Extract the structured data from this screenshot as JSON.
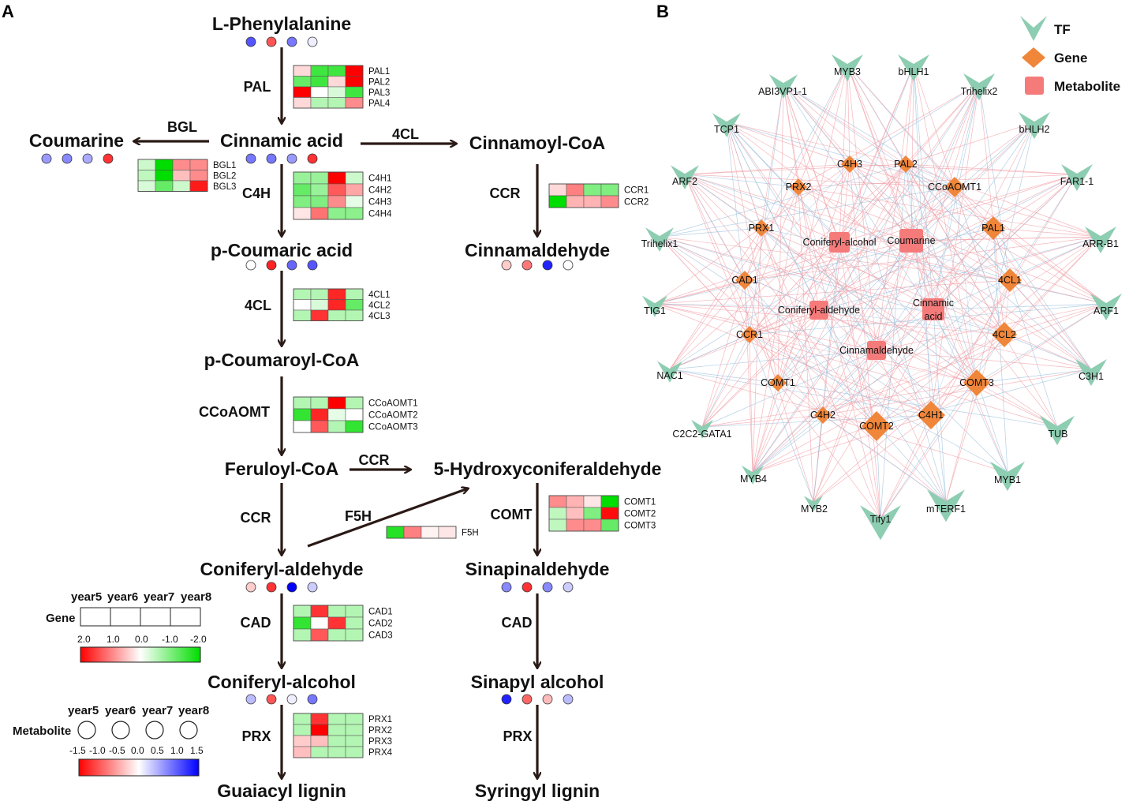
{
  "panels": {
    "a": "A",
    "b": "B"
  },
  "colors": {
    "arrow": "#2a1a16",
    "gene_high": "#ff0000",
    "gene_mid": "#ffffff",
    "gene_low": "#00dd00",
    "met_low": "#ff0000",
    "met_mid": "#ffffff",
    "met_high": "#0000ff",
    "tf": "#8dcdb1",
    "gene_node": "#f0863a",
    "metabolite_node": "#f57b7b",
    "edge_red": "#f0a0a8",
    "edge_blue": "#9cc0dc"
  },
  "pathway": {
    "compounds": [
      {
        "id": "phe",
        "label": "L-Phenylalanine",
        "met": [
          1.0,
          -1.0,
          0.8,
          0.1
        ]
      },
      {
        "id": "cin",
        "label": "Cinnamic acid",
        "met": [
          0.8,
          0.8,
          0.6,
          -1.2
        ]
      },
      {
        "id": "cou",
        "label": "Coumarine",
        "met": [
          0.6,
          0.7,
          0.5,
          -1.2
        ]
      },
      {
        "id": "cinco",
        "label": "Cinnamoyl-CoA",
        "met": null
      },
      {
        "id": "pca",
        "label": "p-Coumaric acid",
        "met": [
          0.0,
          -1.3,
          0.9,
          1.0
        ]
      },
      {
        "id": "cald",
        "label": "Cinnamaldehyde",
        "met": [
          -0.3,
          -0.8,
          1.3,
          0.0
        ]
      },
      {
        "id": "pcoa",
        "label": "p-Coumaroyl-CoA",
        "met": null
      },
      {
        "id": "fer",
        "label": "Feruloyl-CoA",
        "met": null
      },
      {
        "id": "hca",
        "label": "5-Hydroxyconiferaldehyde",
        "met": null
      },
      {
        "id": "coa",
        "label": "Coniferyl-aldehyde",
        "met": [
          -0.3,
          -1.2,
          1.5,
          0.3
        ]
      },
      {
        "id": "sina",
        "label": "Sinapinaldehyde",
        "met": [
          0.7,
          -1.2,
          0.7,
          0.3
        ]
      },
      {
        "id": "coal",
        "label": "Coniferyl-alcohol",
        "met": [
          0.4,
          -1.0,
          0.1,
          0.8
        ]
      },
      {
        "id": "sinal",
        "label": "Sinapyl alcohol",
        "met": [
          1.3,
          -0.9,
          -0.4,
          0.4
        ]
      },
      {
        "id": "gl",
        "label": "Guaiacyl lignin",
        "met": null
      },
      {
        "id": "sl",
        "label": "Syringyl lignin",
        "met": null
      }
    ],
    "enzymes": [
      {
        "id": "pal",
        "label": "PAL"
      },
      {
        "id": "bgl",
        "label": "BGL"
      },
      {
        "id": "4cl_top",
        "label": "4CL"
      },
      {
        "id": "c4h",
        "label": "C4H"
      },
      {
        "id": "ccr_right",
        "label": "CCR"
      },
      {
        "id": "4cl",
        "label": "4CL"
      },
      {
        "id": "ccoaomt",
        "label": "CCoAOMT"
      },
      {
        "id": "ccr_mid",
        "label": "CCR"
      },
      {
        "id": "ccr_left",
        "label": "CCR"
      },
      {
        "id": "f5h",
        "label": "F5H"
      },
      {
        "id": "comt",
        "label": "COMT"
      },
      {
        "id": "cad_left",
        "label": "CAD"
      },
      {
        "id": "cad_right",
        "label": "CAD"
      },
      {
        "id": "prx_left",
        "label": "PRX"
      },
      {
        "id": "prx_right",
        "label": "PRX"
      }
    ],
    "heatmaps": [
      {
        "id": "pal",
        "genes": [
          "PAL1",
          "PAL2",
          "PAL3",
          "PAL4"
        ],
        "values": [
          [
            0.3,
            -1.5,
            -1.5,
            2.0
          ],
          [
            -1.2,
            -1.5,
            0.3,
            2.0
          ],
          [
            2.0,
            0.0,
            -0.3,
            -1.5
          ],
          [
            0.3,
            -0.6,
            -0.6,
            0.9
          ]
        ]
      },
      {
        "id": "bgl",
        "genes": [
          "BGL1",
          "BGL2",
          "BGL3"
        ],
        "values": [
          [
            -0.4,
            -2.0,
            0.9,
            0.9
          ],
          [
            -0.5,
            -2.0,
            0.5,
            0.9
          ],
          [
            -0.3,
            -1.2,
            -0.4,
            1.8
          ]
        ]
      },
      {
        "id": "c4h",
        "genes": [
          "C4H1",
          "C4H2",
          "C4H3",
          "C4H4"
        ],
        "values": [
          [
            -0.8,
            -0.8,
            2.0,
            -0.4
          ],
          [
            -1.2,
            -0.8,
            1.3,
            0.7
          ],
          [
            -1.0,
            -1.0,
            0.9,
            -0.2
          ],
          [
            0.2,
            1.1,
            -0.9,
            -0.9
          ]
        ]
      },
      {
        "id": "ccr",
        "genes": [
          "CCR1",
          "CCR2"
        ],
        "values": [
          [
            0.3,
            1.0,
            -1.0,
            -1.0
          ],
          [
            -2.0,
            0.6,
            0.6,
            0.9
          ]
        ]
      },
      {
        "id": "4cl",
        "genes": [
          "4CL1",
          "4CL2",
          "4CL3"
        ],
        "values": [
          [
            -0.6,
            -0.6,
            1.7,
            -0.6
          ],
          [
            0.0,
            -0.3,
            1.7,
            -1.2
          ],
          [
            -0.6,
            1.6,
            -0.6,
            -0.6
          ]
        ]
      },
      {
        "id": "ccoaomt",
        "genes": [
          "CCoAOMT1",
          "CCoAOMT2",
          "CCoAOMT3"
        ],
        "values": [
          [
            -0.6,
            -0.6,
            2.0,
            -0.6
          ],
          [
            -1.6,
            1.7,
            -0.2,
            0.0
          ],
          [
            0.0,
            1.3,
            -0.6,
            -1.6
          ]
        ]
      },
      {
        "id": "f5h",
        "genes": [
          "F5H"
        ],
        "values": [
          [
            -1.7,
            1.0,
            0.1,
            0.2
          ]
        ]
      },
      {
        "id": "comt",
        "genes": [
          "COMT1",
          "COMT2",
          "COMT3"
        ],
        "values": [
          [
            0.9,
            0.6,
            0.2,
            -2.0
          ],
          [
            -0.5,
            0.5,
            -1.0,
            1.9
          ],
          [
            -0.5,
            0.9,
            0.9,
            -1.2
          ]
        ]
      },
      {
        "id": "cad",
        "genes": [
          "CAD1",
          "CAD2",
          "CAD3"
        ],
        "values": [
          [
            -0.6,
            1.6,
            -0.6,
            -0.6
          ],
          [
            -1.6,
            0.0,
            1.6,
            -0.6
          ],
          [
            -0.6,
            1.3,
            -0.6,
            -0.6
          ]
        ]
      },
      {
        "id": "prx",
        "genes": [
          "PRX1",
          "PRX2",
          "PRX3",
          "PRX4"
        ],
        "values": [
          [
            -0.6,
            1.6,
            -0.6,
            -0.6
          ],
          [
            -0.6,
            2.0,
            -0.6,
            -0.6
          ],
          [
            0.4,
            0.5,
            -0.6,
            -0.6
          ],
          [
            0.5,
            -0.6,
            -0.6,
            -0.6
          ]
        ]
      }
    ]
  },
  "legends": {
    "years": [
      "year5",
      "year6",
      "year7",
      "year8"
    ],
    "gene_label": "Gene",
    "gene_ticks": [
      "2.0",
      "1.0",
      "0.0",
      "-1.0",
      "-2.0"
    ],
    "metabolite_label": "Metabolite",
    "met_ticks": [
      "-1.5",
      "-1.0",
      "-0.5",
      "0.0",
      "0.5",
      "1.0",
      "1.5"
    ]
  },
  "network": {
    "legend": [
      "TF",
      "Gene",
      "Metabolite"
    ],
    "tf_nodes": [
      "ABI3VP1-1",
      "MYB3",
      "bHLH1",
      "Trihelix2",
      "TCP1",
      "bHLH2",
      "ARF2",
      "FAR1-1",
      "Trihelix1",
      "ARR-B1",
      "TIG1",
      "ARF1",
      "NAC1",
      "C3H1",
      "C2C2-GATA1",
      "TUB",
      "MYB4",
      "MYB1",
      "MYB2",
      "Tify1",
      "mTERF1"
    ],
    "gene_nodes": [
      "C4H3",
      "PAL2",
      "PRX2",
      "CCoAOMT1",
      "PRX1",
      "PAL1",
      "CAD1",
      "4CL1",
      "CCR1",
      "4CL2",
      "COMT1",
      "COMT3",
      "C4H2",
      "COMT2",
      "C4H1"
    ],
    "metabolite_nodes": [
      "Coniferyl-alcohol",
      "Coumarine",
      "Coniferyl-aldehyde",
      "Cinnamic acid",
      "Cinnamaldehyde"
    ]
  }
}
